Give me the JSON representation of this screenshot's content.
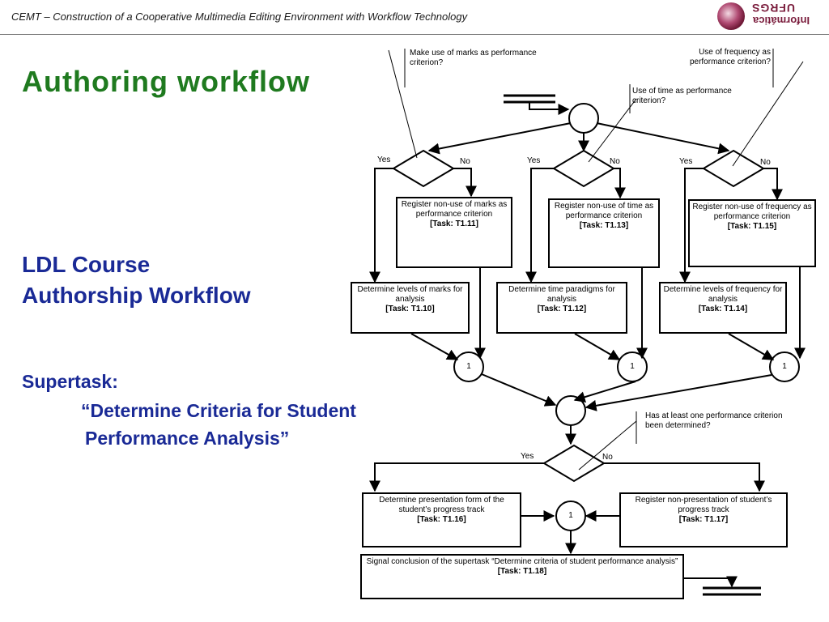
{
  "header": {
    "title": "CEMT – Construction of a Cooperative Multimedia Editing Environment with Workflow Technology",
    "logo_line1": "UFRGS",
    "logo_line2": "Informática"
  },
  "slide": {
    "title": "Authoring workflow",
    "subtitle_line1": "LDL Course",
    "subtitle_line2": "Authorship Workflow",
    "supertask_label": "Supertask:",
    "supertask_line1": "“Determine Criteria for  Student",
    "supertask_line2": "Performance Analysis”"
  },
  "diagram": {
    "notes": {
      "marks": "Make use of marks as performance criterion?",
      "frequency": "Use of frequency as performance criterion?",
      "time": "Use of time as performance criterion?",
      "atleast": "Has at least one performance criterion been determined?"
    },
    "labels": {
      "yes": "Yes",
      "no": "No",
      "join": "1"
    },
    "tasks": {
      "t111": {
        "text": "Register non-use of marks as performance criterion",
        "task": "[Task: T1.11]"
      },
      "t113": {
        "text": "Register non-use of time as performance criterion",
        "task": "[Task: T1.13]"
      },
      "t115": {
        "text": "Register non-use of frequency as performance criterion",
        "task": "[Task: T1.15]"
      },
      "t110": {
        "text": "Determine levels of marks for analysis",
        "task": "[Task: T1.10]"
      },
      "t112": {
        "text": "Determine time paradigms for analysis",
        "task": "[Task: T1.12]"
      },
      "t114": {
        "text": "Determine levels of frequency for analysis",
        "task": "[Task: T1.14]"
      },
      "t116": {
        "text": "Determine presentation form of the student’s progress track",
        "task": "[Task: T1.16]"
      },
      "t117": {
        "text": "Register non-presentation of  student’s progress track",
        "task": "[Task: T1.17]"
      },
      "t118": {
        "text": "Signal conclusion of the supertask “Determine  criteria of student performance analysis”",
        "task": "[Task: T1.18]"
      }
    }
  }
}
